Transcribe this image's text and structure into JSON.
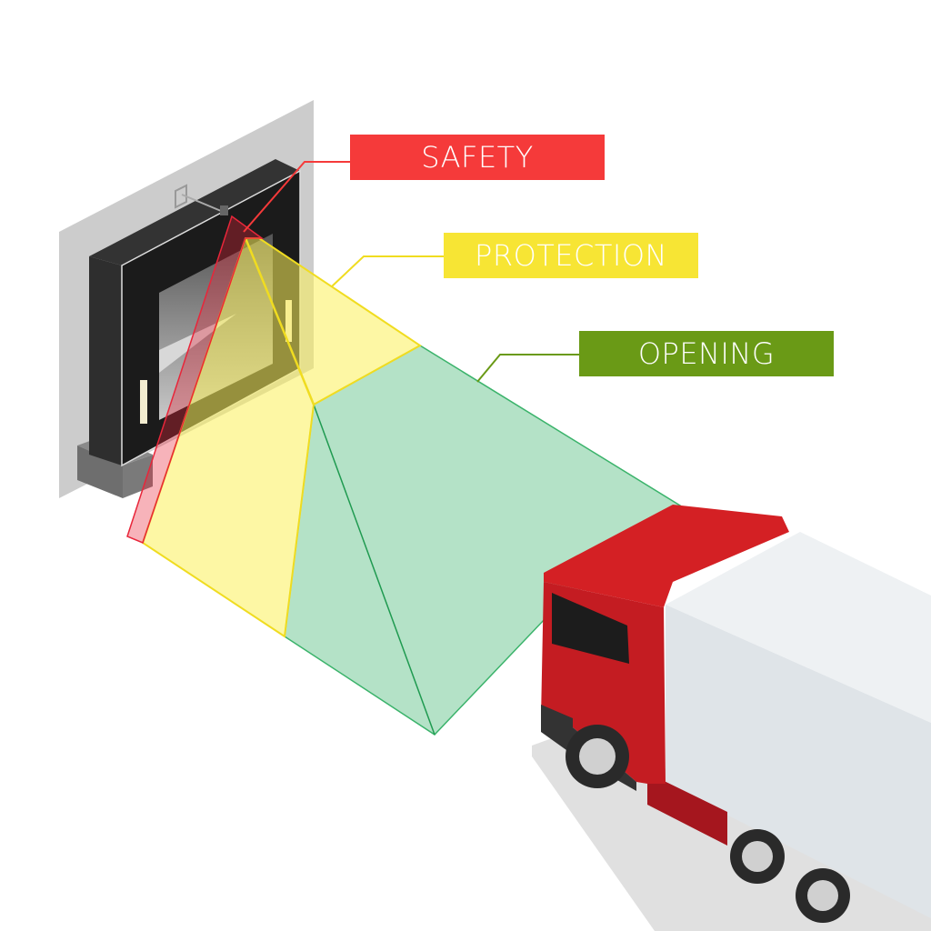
{
  "labels": {
    "safety": {
      "text": "SAFETY",
      "color": "#f53a3a"
    },
    "protection": {
      "text": "PROTECTION",
      "color": "#f7e534"
    },
    "opening": {
      "text": "OPENING",
      "color": "#6a9a16"
    }
  },
  "zones": {
    "safety_color": "#e8263a",
    "protection_color": "#f4e83a",
    "opening_color": "#3bb36b"
  }
}
